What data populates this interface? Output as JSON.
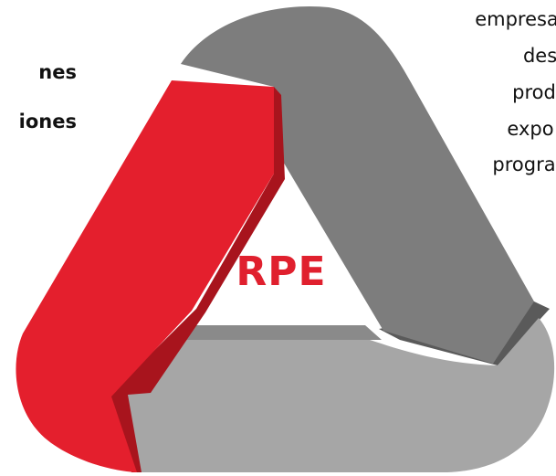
{
  "left_text": {
    "line1": "nes",
    "line2": "iones"
  },
  "right_text": {
    "line1": "empresa",
    "line2": "desa",
    "line3": "prod",
    "line4": "expo",
    "line5": "progra"
  },
  "center": {
    "label": "RPE",
    "color": "#e0202e"
  },
  "colors": {
    "red_band": "#e41f2d",
    "red_band_shadow": "#a8141d",
    "dark_gray_band": "#7d7d7d",
    "dark_gray_shadow": "#555555",
    "light_gray_band": "#a6a6a6",
    "light_gray_shadow": "#6e6e6e"
  }
}
